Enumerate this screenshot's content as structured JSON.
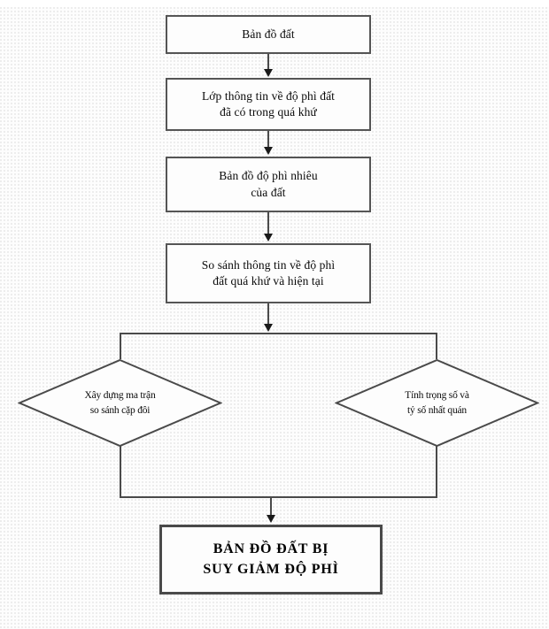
{
  "diagram": {
    "type": "flowchart",
    "orientation": "top-to-bottom",
    "language": "vi",
    "colors": {
      "background": "#fdfdfd",
      "node_border": "#555555",
      "final_node_border": "#4a4a4a",
      "connector": "#4a4a4a",
      "arrowhead": "#1a1a1a",
      "text": "#0a0a0a"
    },
    "nodes": [
      {
        "id": "n1",
        "shape": "rectangle",
        "label": "Bản đồ đất",
        "lines": [
          "Bản đồ đất"
        ]
      },
      {
        "id": "n2",
        "shape": "rectangle",
        "label": "Lớp thông tin về độ phì đất đã có trong quá khứ",
        "lines": [
          "Lớp thông tin về độ phì đất",
          "đã có trong quá khứ"
        ]
      },
      {
        "id": "n3",
        "shape": "rectangle",
        "label": "Bản đồ độ phì nhiêu của đất",
        "lines": [
          "Bản đồ độ phì nhiêu",
          "của đất"
        ]
      },
      {
        "id": "n4",
        "shape": "rectangle",
        "label": "So sánh thông tin về độ phì đất quá khứ và hiện tại",
        "lines": [
          "So sánh thông tin về độ phì",
          "đất quá khứ và hiện tại"
        ]
      },
      {
        "id": "n5",
        "shape": "diamond",
        "label": "Xây dựng ma trận so sánh cặp đôi",
        "lines": [
          "Xây dựng ma trận",
          "so sánh cặp đôi"
        ]
      },
      {
        "id": "n6",
        "shape": "diamond",
        "label": "Tính trọng số và tỷ số nhất quán",
        "lines": [
          "Tính trọng số và",
          "tỷ số nhất quán"
        ]
      },
      {
        "id": "n7",
        "shape": "rectangle",
        "emphasis": "bold-uppercase",
        "label": "BẢN ĐỒ ĐẤT BỊ SUY GIẢM ĐỘ PHÌ",
        "lines": [
          "BẢN ĐỒ ĐẤT BỊ",
          "SUY GIẢM ĐỘ PHÌ"
        ]
      }
    ],
    "edges": [
      {
        "from": "n1",
        "to": "n2",
        "style": "arrow-down"
      },
      {
        "from": "n2",
        "to": "n3",
        "style": "arrow-down"
      },
      {
        "from": "n3",
        "to": "n4",
        "style": "arrow-down"
      },
      {
        "from": "n4",
        "to": "split-bus",
        "style": "arrow-down"
      },
      {
        "from": "split-bus",
        "to": "n5",
        "style": "line"
      },
      {
        "from": "split-bus",
        "to": "n6",
        "style": "line"
      },
      {
        "from": "n5",
        "to": "merge-bus",
        "style": "line"
      },
      {
        "from": "n6",
        "to": "merge-bus",
        "style": "line"
      },
      {
        "from": "merge-bus",
        "to": "n7",
        "style": "arrow-down"
      }
    ]
  }
}
